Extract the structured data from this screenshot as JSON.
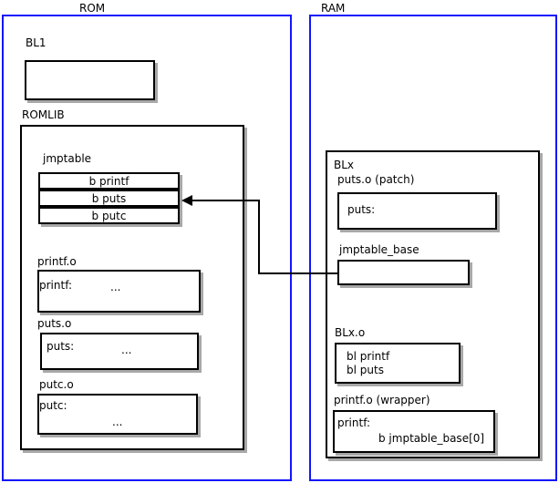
{
  "diagram": {
    "regions": [
      {
        "name": "rom",
        "label": "ROM",
        "border_color": "#1414ff"
      },
      {
        "name": "ram",
        "label": "RAM",
        "border_color": "#1414ff"
      }
    ],
    "rom": {
      "label": "ROM",
      "bl1": {
        "label": "BL1",
        "body": ""
      },
      "romlib": {
        "label": "ROMLIB",
        "jmptable": {
          "label": "jmptable",
          "entries": [
            {
              "text": "b printf"
            },
            {
              "text": "b puts"
            },
            {
              "text": "b putc"
            }
          ]
        },
        "objects": [
          {
            "label": "printf.o",
            "symbol": "printf:",
            "ellipsis": "..."
          },
          {
            "label": "puts.o",
            "symbol": "puts:",
            "ellipsis": "..."
          },
          {
            "label": "putc.o",
            "symbol": "putc:",
            "ellipsis": "..."
          }
        ]
      }
    },
    "ram": {
      "label": "RAM",
      "blx": {
        "label": "BLx",
        "puts_patch": {
          "label": "puts.o (patch)",
          "symbol": "puts:"
        },
        "jmptable_base": {
          "label": "jmptable_base",
          "body": ""
        },
        "blx_o": {
          "label": "BLx.o",
          "line1": "bl printf",
          "line2": "bl puts"
        },
        "printf_wrapper": {
          "label": "printf.o (wrapper)",
          "symbol": "printf:",
          "branch": "b jmptable_base[0]"
        }
      }
    },
    "connector": {
      "name": "jmptable-base-to-puts-entry",
      "description": "arrow from jmptable_base in RAM to b puts entry in ROM jmptable"
    }
  }
}
